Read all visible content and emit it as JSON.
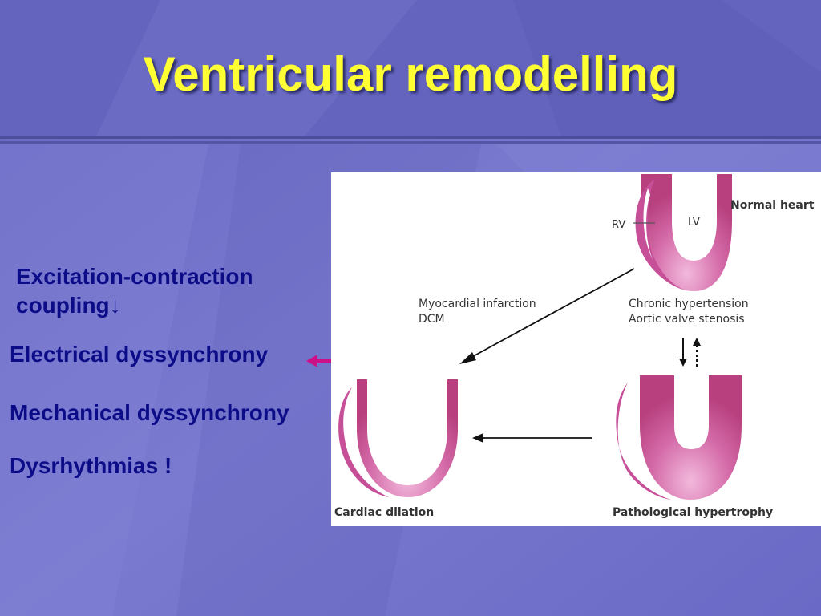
{
  "slide": {
    "title": "Ventricular remodelling",
    "bullets": {
      "ec_line1": "Excitation-contraction",
      "ec_line2": "coupling↓",
      "electrical": "Electrical dyssynchrony",
      "mechanical": "Mechanical dyssynchrony",
      "dysrhythmias": "Dysrhythmias !"
    }
  },
  "figure": {
    "normal_heart": "Normal heart",
    "rv": "RV",
    "lv": "LV",
    "mi_line1": "Myocardial infarction",
    "mi_line2": "DCM",
    "ht_line1": "Chronic hypertension",
    "ht_line2": "Aortic valve stenosis",
    "dilation": "Cardiac dilation",
    "hypertrophy": "Pathological hypertrophy"
  },
  "colors": {
    "title": "#ffff33",
    "bullet_text": "#0c0c88",
    "background": "#6f6fc8",
    "heart": "#c64f98",
    "pointer_arrow": "#cc1188"
  }
}
